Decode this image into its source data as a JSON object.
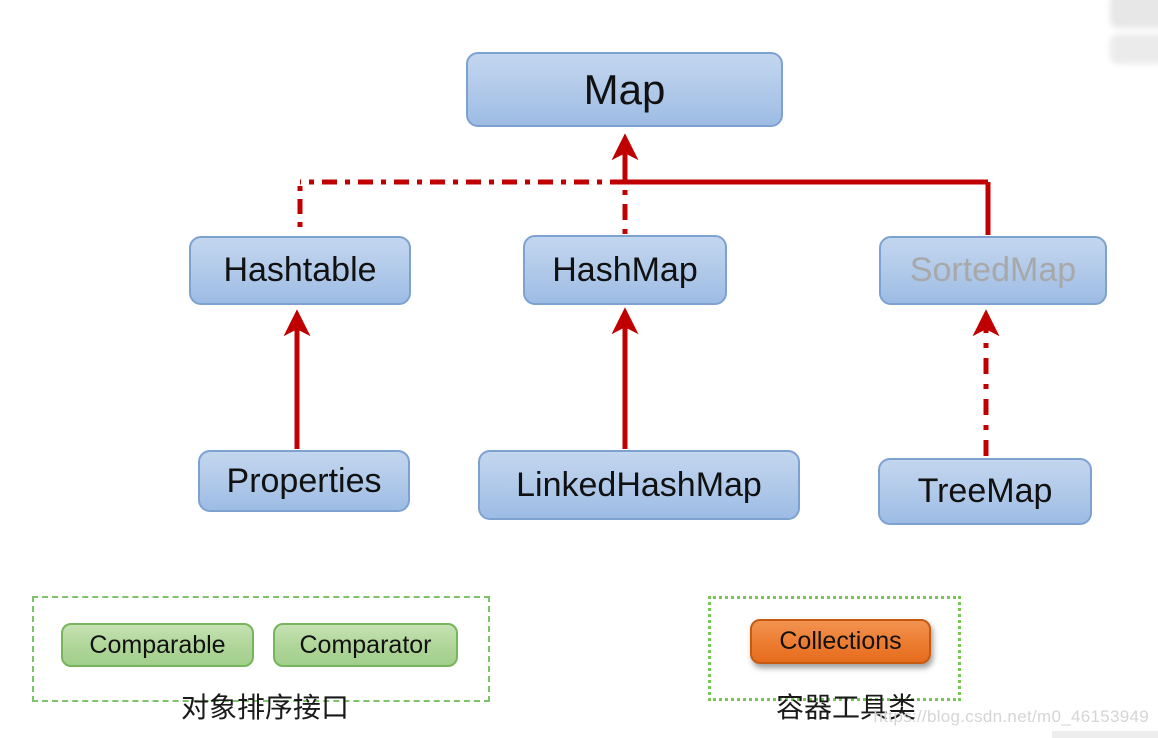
{
  "diagram": {
    "nodes": {
      "map": "Map",
      "hashtable": "Hashtable",
      "hashmap": "HashMap",
      "sortedmap": "SortedMap",
      "properties": "Properties",
      "linkedhashmap": "LinkedHashMap",
      "treemap": "TreeMap"
    },
    "edges": [
      {
        "from": "Hashtable",
        "to": "Map",
        "style": "dash-dot"
      },
      {
        "from": "HashMap",
        "to": "Map",
        "style": "dash-dot"
      },
      {
        "from": "SortedMap",
        "to": "Map",
        "style": "solid"
      },
      {
        "from": "Properties",
        "to": "Hashtable",
        "style": "solid"
      },
      {
        "from": "LinkedHashMap",
        "to": "HashMap",
        "style": "solid"
      },
      {
        "from": "TreeMap",
        "to": "SortedMap",
        "style": "dash-dot"
      }
    ],
    "groups": {
      "sorting_interfaces": {
        "boxes": [
          "Comparable",
          "Comparator"
        ],
        "caption": "对象排序接口"
      },
      "container_utility": {
        "boxes": [
          "Collections"
        ],
        "caption": "容器工具类"
      }
    }
  },
  "watermark": {
    "text": "https://blog.csdn.net/m0_46153949"
  },
  "colors": {
    "edge_red": "#c00000",
    "node_blue_top": "#c3d6ef",
    "node_blue_bottom": "#9dbce4",
    "node_blue_border": "#7da2cf",
    "muted_node_text": "#a8a8a8",
    "green_fill": "#a2cf8b",
    "green_border": "#77b55c",
    "group_dashed_border": "#7cc36a",
    "group_dotted_border": "#76c755",
    "orange_fill": "#ec7c31",
    "orange_border": "#c55a11"
  }
}
